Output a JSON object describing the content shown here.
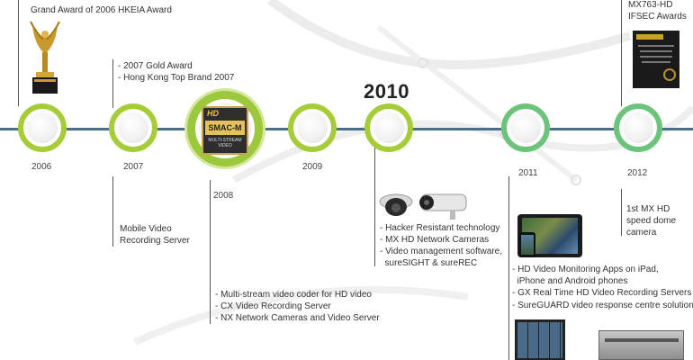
{
  "colors": {
    "line": "#4a6f8a",
    "green_ring": "#a7cc3a",
    "teal_ring": "#6cc37c",
    "accent_gold": "#c8a24a"
  },
  "top": {
    "award_2006": "Grand Award of 2006 HKEIA Award",
    "ifsec_line1": "MX763-HD",
    "ifsec_line2": "IFSEC Awards"
  },
  "years": {
    "y2006": "2006",
    "y2007": "2007",
    "y2008": "2008",
    "y2009": "2009",
    "y2010": "2010",
    "y2011": "2011",
    "y2012": "2012"
  },
  "smac": {
    "hd": "HD",
    "main": "SMAC-M",
    "sub": "MULTI-STREAM VIDEO"
  },
  "notes": {
    "n2007_top": [
      "- 2007 Gold Award",
      "- Hong Kong Top Brand 2007"
    ],
    "n2007_bottom": [
      "Mobile Video",
      "Recording Server"
    ],
    "n2008": [
      "- Multi-stream video coder for HD video",
      "- CX Video Recording Server",
      "- NX Network Cameras and Video Server"
    ],
    "n2010": [
      "- Hacker Resistant technology",
      "- MX HD Network Cameras",
      "- Video management software,",
      "  sureSIGHT & sureREC"
    ],
    "n2011": [
      "- HD Video Monitoring Apps on iPad,",
      "  iPhone and Android phones",
      "- GX Real Time HD Video Recording Servers",
      "- SureGUARD video response centre  solution"
    ],
    "n2012": [
      "1st MX HD",
      "speed dome",
      "camera"
    ]
  },
  "icons": [
    "trophy-icon",
    "award-certificate-icon",
    "dome-camera-icon",
    "bullet-camera-icon",
    "tablet-icon",
    "phone-icon",
    "monitor-icon",
    "dvr-icon"
  ]
}
